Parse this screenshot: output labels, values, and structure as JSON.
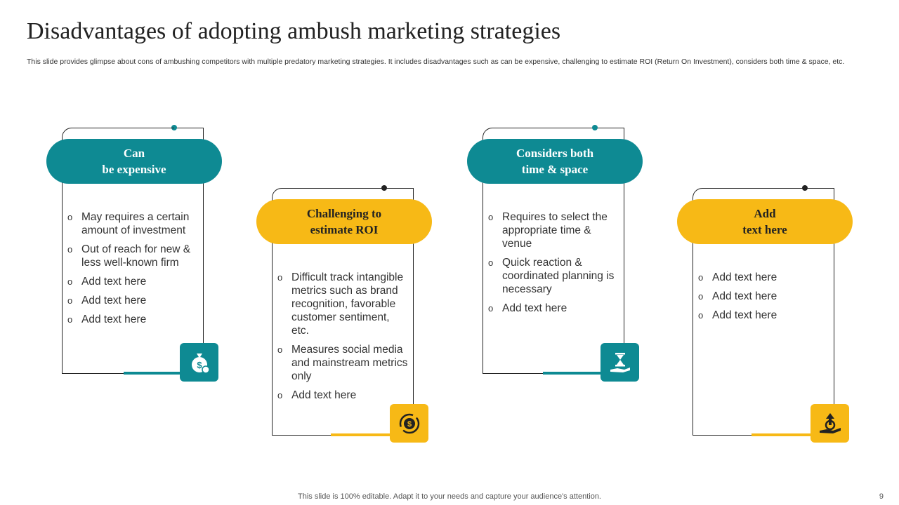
{
  "title": "Disadvantages of adopting ambush marketing strategies",
  "subtitle": "This slide provides glimpse about cons of ambushing competitors with multiple predatory marketing strategies. It includes disadvantages such as can be expensive, challenging to estimate ROI (Return On Investment), considers both time & space, etc.",
  "colors": {
    "teal": "#0e8a93",
    "yellow": "#f7b916"
  },
  "cards": [
    {
      "heading": "Can\nbe expensive",
      "color": "teal",
      "icon": "money-bag-icon",
      "bullets": [
        "May requires a certain amount of investment",
        "Out of reach for new & less well-known firm",
        "Add text here",
        "Add text here",
        "Add text here"
      ]
    },
    {
      "heading": "Challenging to\nestimate ROI",
      "color": "yellow",
      "icon": "dollar-cycle-icon",
      "bullets": [
        "Difficult track intangible metrics such as brand recognition, favorable customer sentiment, etc.",
        "Measures social media and mainstream metrics only",
        "Add text here"
      ]
    },
    {
      "heading": "Considers both\ntime & space",
      "color": "teal",
      "icon": "hourglass-hand-icon",
      "bullets": [
        "Requires to select the appropriate time & venue",
        "Quick reaction & coordinated planning is necessary",
        "Add text here"
      ]
    },
    {
      "heading": "Add\ntext here",
      "color": "yellow",
      "icon": "growth-hand-icon",
      "bullets": [
        "Add text here",
        "Add text here",
        "Add text here"
      ]
    }
  ],
  "footer": "This slide is 100% editable. Adapt it to your needs and capture your audience's attention.",
  "page_number": "9"
}
